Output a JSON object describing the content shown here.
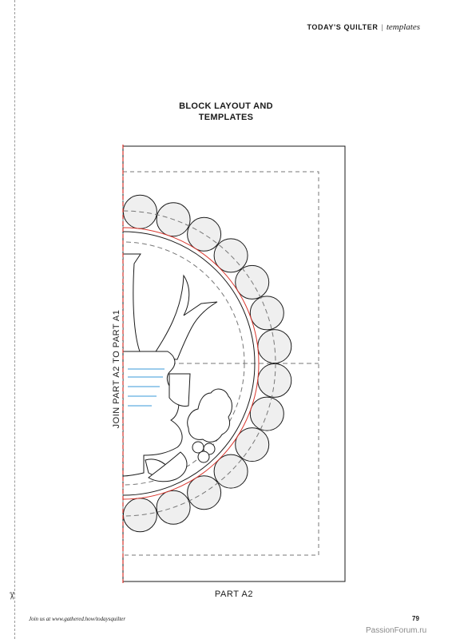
{
  "header": {
    "magazine": "TODAY'S QUILTER",
    "separator": "|",
    "section": "templates"
  },
  "title": {
    "line1": "BLOCK LAYOUT AND",
    "line2": "TEMPLATES"
  },
  "template": {
    "join_label": "JOIN PART A2 TO PART A1",
    "part_label": "PART A2",
    "colors": {
      "outline": "#1a1a1a",
      "join_line": "#d9342b",
      "circle_fill": "#efefef",
      "dashed": "#777777",
      "highlight_lines": "#3a9ad9"
    },
    "scallop_circle_count": 14
  },
  "footer": {
    "join_text": "Join us at www.gathered.how/todaysquilter",
    "page_number": "79",
    "watermark": "PassionForum.ru"
  }
}
